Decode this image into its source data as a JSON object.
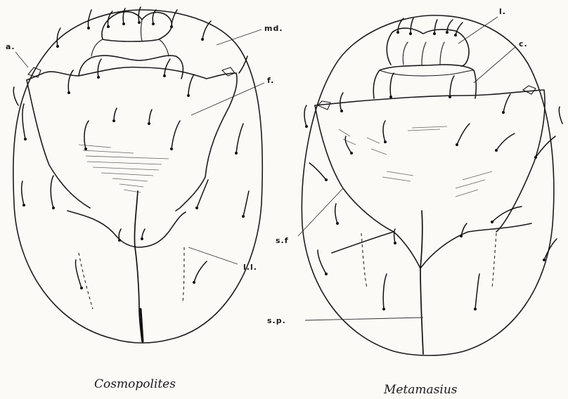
{
  "figure": {
    "left_caption": "Cosmopolites",
    "right_caption": "Metamasius"
  },
  "labels": {
    "a": "a.",
    "md": "md.",
    "f": "f.",
    "ll": "l.l.",
    "l": "l.",
    "c": "c.",
    "sf": "s.f",
    "sp": "s.p."
  }
}
